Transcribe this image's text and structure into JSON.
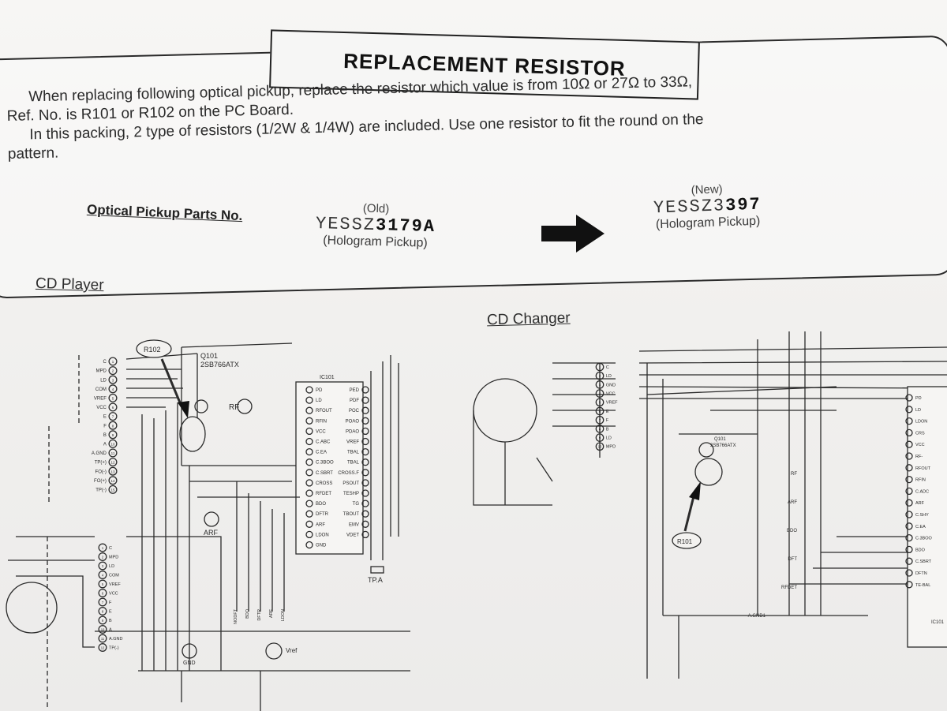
{
  "notice": {
    "title": "REPLACEMENT RESISTOR",
    "lines": [
      "When replacing following optical pickup, replace the resistor which value is from 10Ω or 27Ω to 33Ω,",
      "Ref. No. is R101 or R102 on the PC Board.",
      "In this packing, 2 type of resistors (1/2W & 1/4W) are included. Use one resistor to fit the round on the",
      "pattern."
    ],
    "parts_label": "Optical Pickup Parts No.",
    "old": {
      "tag": "(Old)",
      "code_prefix": "YESSZ",
      "code_suffix": "3179A",
      "desc": "(Hologram Pickup)"
    },
    "new": {
      "tag": "(New)",
      "code_prefix": "YESSZ3",
      "code_suffix": "397",
      "desc": "(Hologram Pickup)"
    }
  },
  "sections": {
    "cd_player": "CD Player",
    "cd_changer": "CD Changer"
  },
  "player": {
    "callout": "R102",
    "transistor_ref": "Q101",
    "transistor_part": "2SB766ATX",
    "ic_ref": "IC101",
    "ic_left_pins": [
      "PD",
      "LD",
      "RFOUT",
      "RFIN",
      "VCC",
      "C.ABC",
      "C.EA",
      "C.3BOO",
      "C.SBRT",
      "CROSS",
      "RFDET",
      "BDO",
      "DFTR",
      "ARF",
      "LDON",
      "GND"
    ],
    "ic_right_pins": [
      "PED",
      "PDF",
      "POC",
      "POAO",
      "PDAO",
      "VREF",
      "TBAL",
      "TBAL",
      "CROSS.F",
      "PSOUT",
      "TESHP",
      "TG",
      "TBOUT",
      "EMV",
      "VDET"
    ],
    "conn_pins": [
      "C",
      "MPD",
      "LD",
      "COM",
      "VREF",
      "VCC",
      "E",
      "F",
      "B",
      "A",
      "A.GND",
      "TP(+)",
      "FO(-)",
      "FO(+)",
      "TP(-)"
    ],
    "lower_conn_pins": [
      "C",
      "MPD",
      "LD",
      "COM",
      "VREF",
      "VCC",
      "F",
      "E",
      "B",
      "A",
      "A.GND",
      "TP(-)"
    ],
    "rf": "RF",
    "arf": "ARF",
    "gnd": "GND",
    "vref": "Vref",
    "tpa": "TP.A",
    "bottom_pins": [
      "NODFT",
      "BDO",
      "DFTR",
      "ARF",
      "LDON"
    ]
  },
  "changer": {
    "callout": "R101",
    "transistor_ref": "Q101",
    "transistor_part": "2SB766ATX",
    "conn_pins": [
      "C",
      "LD",
      "GND",
      "VCC",
      "VREF",
      "E",
      "F",
      "B",
      "LD",
      "MPD"
    ],
    "ic_pins": [
      "PD",
      "LD",
      "LDON",
      "CRS",
      "VCC",
      "RF-",
      "RFOUT",
      "RFIN",
      "C.ADC",
      "ARF",
      "C.SHY",
      "C.EA",
      "C.3BOO",
      "BDO",
      "C.SBRT",
      "DFTN",
      "TE-BAL"
    ],
    "left_signals": [
      "RF",
      "ARF",
      "BDO",
      "DFT",
      "RFDET",
      "A.GND1"
    ],
    "ic_ref": "IC101"
  }
}
